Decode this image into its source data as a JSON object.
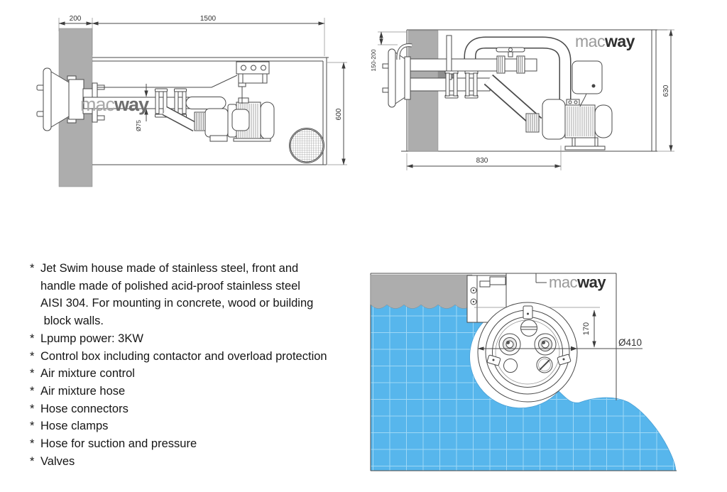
{
  "colors": {
    "water_blue": "#57b6ec",
    "water_grid": "#9ed8f6",
    "wall_gray": "#adadad",
    "wall_gray_dark": "#8f8f8f",
    "logo_gray": "#9a9a9a",
    "logo_dark": "#2f2f2f",
    "line": "#4a4a4a",
    "text": "#161616"
  },
  "logo": {
    "mac": "mac",
    "way": "way"
  },
  "side_view": {
    "dim_wall_thickness": "200",
    "dim_length": "1500",
    "dim_height": "600",
    "dim_pipe_diameter": "Ø75"
  },
  "top_view": {
    "dim_depth_range": "150-200",
    "dim_length": "830",
    "dim_height": "630"
  },
  "pool_view": {
    "dim_center_offset": "170",
    "dim_diameter": "Ø410"
  },
  "features": {
    "lines": [
      {
        "bullet": "*",
        "text": "Jet Swim house made of stainless steel, front and"
      },
      {
        "bullet": "",
        "text": "handle made of polished acid-proof stainless steel"
      },
      {
        "bullet": "",
        "text": "AISI 304. For mounting in concrete, wood or building"
      },
      {
        "bullet": "",
        "text": " block walls."
      },
      {
        "bullet": "*",
        "text": "Lpump power: 3KW"
      },
      {
        "bullet": "*",
        "text": "Control box including contactor and overload protection"
      },
      {
        "bullet": "*",
        "text": "Air mixture control"
      },
      {
        "bullet": "*",
        "text": "Air mixture hose"
      },
      {
        "bullet": "*",
        "text": "Hose connectors"
      },
      {
        "bullet": "*",
        "text": "Hose clamps"
      },
      {
        "bullet": "*",
        "text": "Hose for suction and pressure"
      },
      {
        "bullet": "*",
        "text": "Valves"
      }
    ]
  }
}
